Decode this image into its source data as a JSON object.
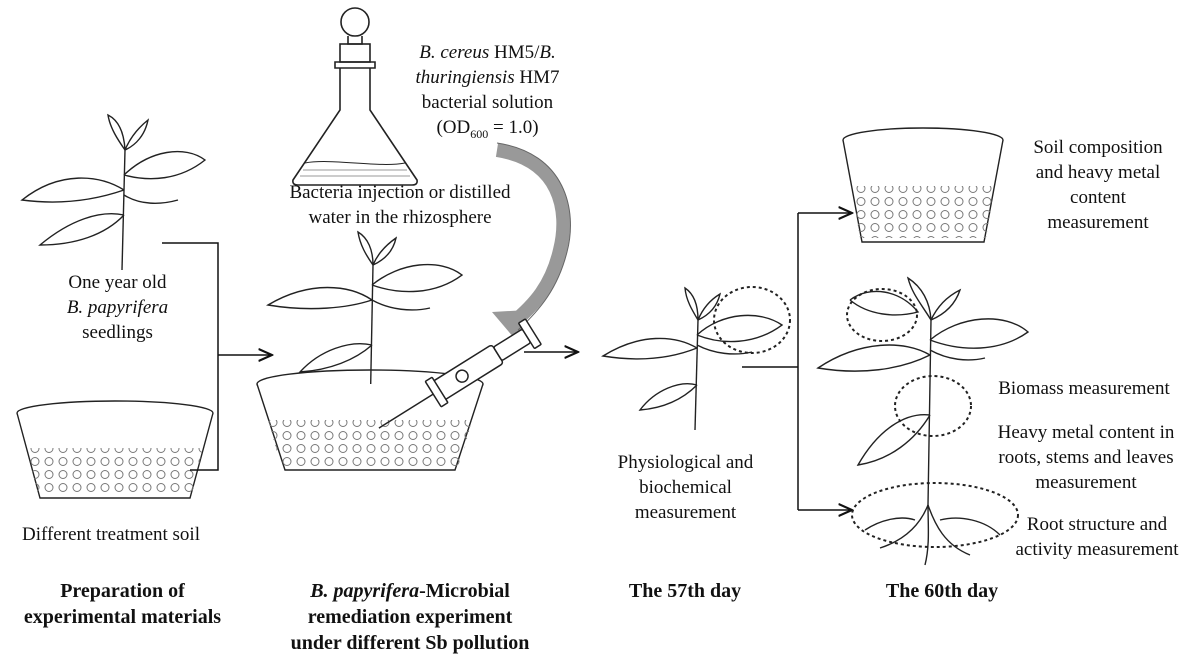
{
  "flask_label": {
    "species_a": "B. cereus",
    "strain_a": " HM5/",
    "species_b_part1": "B.",
    "species_b_part2": "thuringiensis",
    "strain_b": " HM7",
    "line3": "bacterial solution",
    "od_open": "(OD",
    "od_sub": "600",
    "od_close": " = 1.0)"
  },
  "injection_label": {
    "line1": "Bacteria injection or distilled",
    "line2": "water in the rhizosphere"
  },
  "seedlings_label": {
    "line1": "One year old",
    "line2": "B. papyrifera",
    "line3": "seedlings"
  },
  "soil_label": "Different treatment soil",
  "physio_label": {
    "line1": "Physiological and",
    "line2": "biochemical",
    "line3": "measurement"
  },
  "soil_comp_label": {
    "line1": "Soil composition",
    "line2": "and heavy metal",
    "line3": "content",
    "line4": "measurement"
  },
  "biomass_label": "Biomass measurement",
  "heavy_metal_label": {
    "line1": "Heavy metal content in",
    "line2": "roots, stems and leaves",
    "line3": "measurement"
  },
  "root_label": {
    "line1": "Root structure and",
    "line2": "activity measurement"
  },
  "stages": {
    "s1_line1": "Preparation of",
    "s1_line2": "experimental materials",
    "s2_species": "B. papyrifera",
    "s2_line1_rest": "-Microbial",
    "s2_line2": "remediation experiment",
    "s2_line3": "under different Sb pollution",
    "s3": "The 57th day",
    "s4": "The 60th day"
  }
}
